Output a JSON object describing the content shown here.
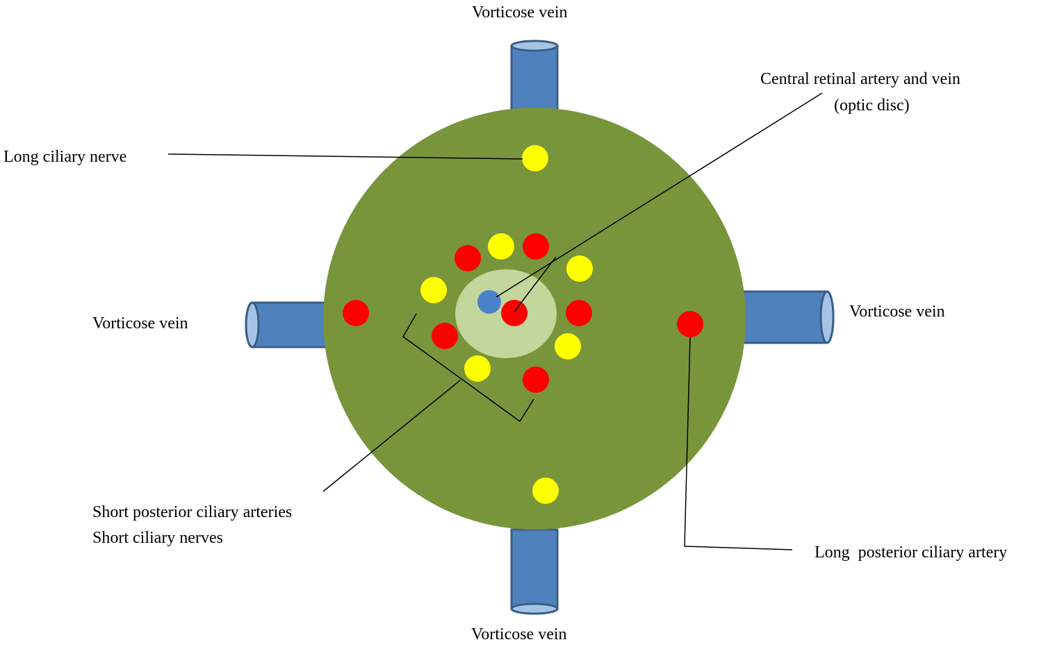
{
  "labels": {
    "vorticose_top": "Vorticose vein",
    "vorticose_left": "Vorticose vein",
    "vorticose_right": "Vorticose vein",
    "vorticose_bottom": "Vorticose vein",
    "central_retinal_line1": "Central retinal artery and vein",
    "central_retinal_line2": "(optic disc)",
    "long_ciliary_nerve": "Long ciliary nerve",
    "short_posterior_line1": "Short posterior ciliary arteries",
    "short_posterior_line2": "Short ciliary nerves",
    "long_posterior_artery": "Long  posterior ciliary artery"
  },
  "colors": {
    "globe": "#78953b",
    "optic_disc": "#c3d69b",
    "artery": "#ff0000",
    "nerve": "#ffff00",
    "vein_dot": "#4a82c9",
    "vessel_fill": "#4f81bd",
    "vessel_stroke": "#385d8a",
    "vessel_end": "#a7c3e4",
    "leader_line": "#000000"
  }
}
